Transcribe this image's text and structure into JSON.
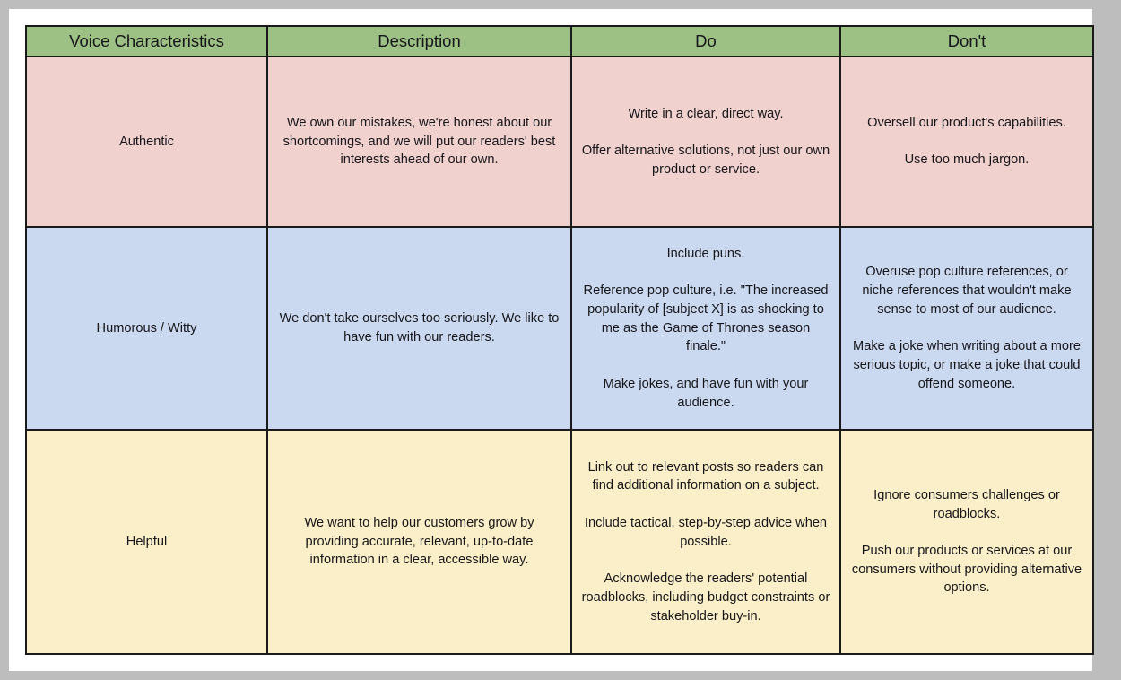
{
  "table": {
    "columns": [
      {
        "key": "voice",
        "label": "Voice Characteristics"
      },
      {
        "key": "description",
        "label": "Description"
      },
      {
        "key": "do",
        "label": "Do"
      },
      {
        "key": "dont",
        "label": "Don't"
      }
    ],
    "header_background": "#9dc184",
    "rows": [
      {
        "name": "Authentic",
        "row_background": "#f0d1ce",
        "description": [
          "We own our mistakes, we're honest about our shortcomings, and we will put our readers' best interests ahead of our own."
        ],
        "do": [
          "Write in a clear, direct way.",
          "Offer alternative solutions, not just our own product or service."
        ],
        "dont": [
          "Oversell our product's capabilities.",
          "Use too much jargon."
        ]
      },
      {
        "name": "Humorous / Witty",
        "row_background": "#cbd9f0",
        "description": [
          "We don't take ourselves too seriously. We like to have fun with our readers."
        ],
        "do": [
          "Include puns.",
          "Reference pop culture, i.e. \"The increased popularity of [subject X] is as shocking to me as the Game of Thrones season finale.\"",
          "Make jokes, and have fun with your audience."
        ],
        "dont": [
          "Overuse pop culture references, or niche references that wouldn't make sense to most of our audience.",
          "Make a joke when writing about a more serious topic, or make a joke that could offend someone."
        ]
      },
      {
        "name": "Helpful",
        "row_background": "#faefc8",
        "description": [
          "We want to help our customers grow by providing accurate, relevant, up-to-date information in a clear, accessible way."
        ],
        "do": [
          "Link out to relevant posts so readers can find additional information on a subject.",
          "Include tactical, step-by-step advice when possible.",
          "Acknowledge the readers' potential roadblocks, including budget constraints or stakeholder buy-in."
        ],
        "dont": [
          "Ignore consumers challenges or roadblocks.",
          "Push our products or services at our consumers without providing alternative options."
        ]
      }
    ]
  }
}
